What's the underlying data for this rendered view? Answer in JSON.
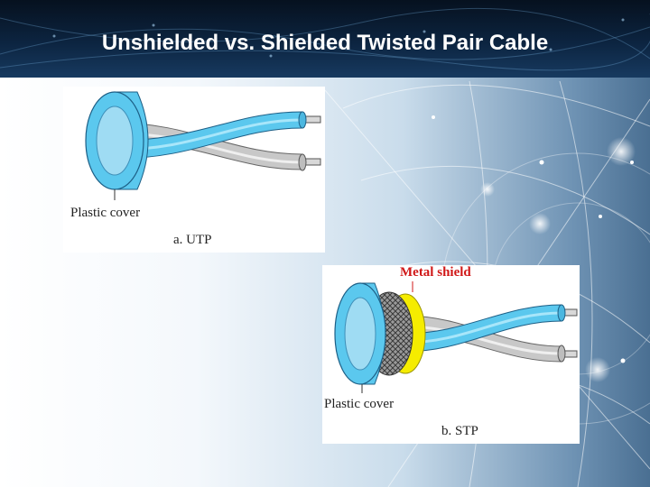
{
  "slide": {
    "title": "Unshielded vs. Shielded Twisted Pair Cable"
  },
  "utp": {
    "cover_label": "Plastic cover",
    "caption": "a. UTP"
  },
  "stp": {
    "shield_label": "Metal shield",
    "cover_label": "Plastic cover",
    "caption": "b. STP"
  },
  "colors": {
    "cable_blue": "#5bc8ee",
    "shield_yellow": "#f5ec00",
    "label_red": "#d01818"
  }
}
